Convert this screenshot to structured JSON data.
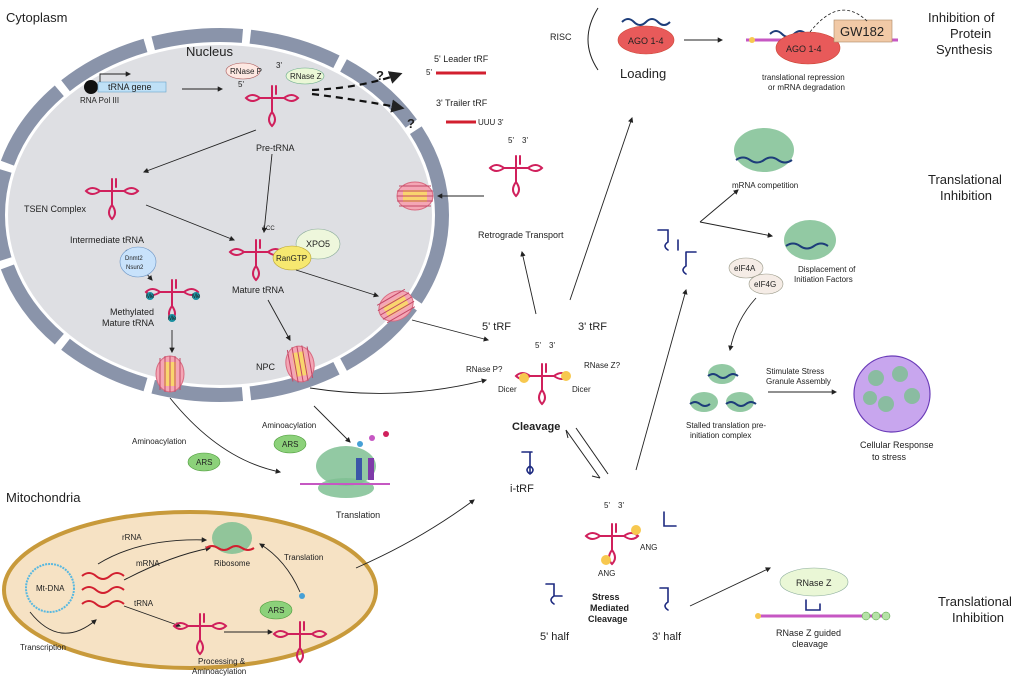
{
  "regions": {
    "cytoplasm": "Cytoplasm",
    "nucleus": "Nucleus",
    "mitochondria": "Mitochondria"
  },
  "nucleus": {
    "trna_gene": "tRNA gene",
    "rna_pol": "RNA Pol III",
    "rnase_p": "RNase P",
    "rnase_z": "RNase Z",
    "five": "5'",
    "three": "3'",
    "pre_trna": "Pre-tRNA",
    "tsen": "TSEN Complex",
    "intermediate": "Intermediate tRNA",
    "dnmt2": "Dnmt2",
    "nsun2": "Nsun2",
    "methylated_1": "Methylated",
    "methylated_2": "Mature tRNA",
    "me": "Me",
    "acc": "ACC",
    "xpo5": "XPO5",
    "rangtp": "RanGTP",
    "mature": "Mature tRNA",
    "npc": "NPC"
  },
  "trf_top": {
    "leader": "5' Leader tRF",
    "trailer": "3' Trailer tRF",
    "five": "5'",
    "uuu": "UUU 3'",
    "q": "?"
  },
  "retro": {
    "label": "Retrograde Transport",
    "five": "5'",
    "three": "3'"
  },
  "cleavage": {
    "trf5": "5' tRF",
    "trf3": "3' tRF",
    "rnase_p": "RNase P?",
    "rnase_z": "RNase Z?",
    "dicer": "Dicer",
    "five": "5'",
    "three": "3'",
    "label": "Cleavage",
    "itrf": "i-tRF"
  },
  "translation": {
    "aminoacylation": "Aminoacylation",
    "ars": "ARS",
    "label": "Translation"
  },
  "mito": {
    "mtdna": "Mt-DNA",
    "rrna": "rRNA",
    "mrna": "mRNA",
    "trna": "tRNA",
    "ribosome": "Ribosome",
    "translation": "Translation",
    "transcription": "Transcription",
    "processing_1": "Processing &",
    "processing_2": "Aminoacylation",
    "ars": "ARS"
  },
  "risc": {
    "risc": "RISC",
    "ago": "AGO 1-4",
    "loading": "Loading",
    "gw182": "GW182",
    "repress_1": "translational repression",
    "repress_2": "or mRNA degradation",
    "title_1": "Inhibition of",
    "title_2": "Protein",
    "title_3": "Synthesis"
  },
  "inhibition": {
    "title_1": "Translational",
    "title_2": "Inhibition",
    "mrna_comp": "mRNA competition",
    "eif4a": "eIF4A",
    "eif4g": "eIF4G",
    "displace_1": "Displacement of",
    "displace_2": "Initiation Factors",
    "stall_1": "Stalled translation pre-",
    "stall_2": "initiation complex",
    "stim_1": "Stimulate Stress",
    "stim_2": "Granule Assembly",
    "resp_1": "Cellular Response",
    "resp_2": "to stress"
  },
  "stress": {
    "five": "5'",
    "three": "3'",
    "ang": "ANG",
    "label_1": "Stress",
    "label_2": "Mediated",
    "label_3": "Cleavage",
    "half5": "5' half",
    "half3": "3' half"
  },
  "rnasez": {
    "rnase_z": "RNase Z",
    "guided_1": "RNase Z guided",
    "guided_2": "cleavage",
    "title_1": "Translational",
    "title_2": "Inhibition"
  },
  "colors": {
    "nucleus_fill": "#dedfe3",
    "envelope": "#8a94aa",
    "mito_fill": "#f6e2c4",
    "mito_border": "#c89a3b",
    "trna": "#d0205c",
    "trf": "#1d2a80",
    "ars": "#8cd17a",
    "stress_granule": "#c8a6ee"
  }
}
